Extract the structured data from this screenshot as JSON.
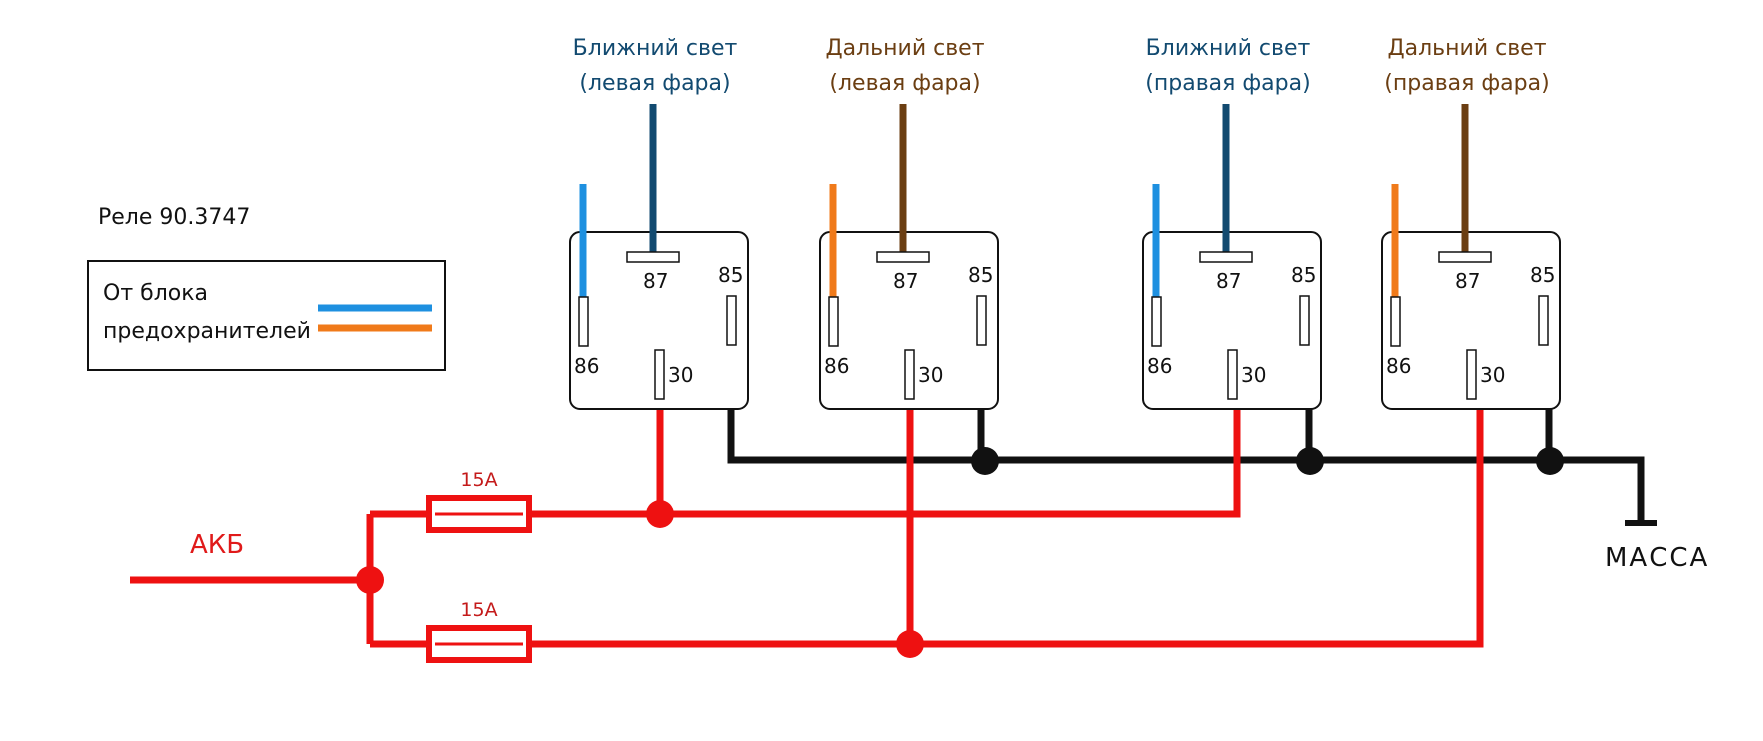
{
  "title": "Реле 90.3747",
  "legend": {
    "line1": "От блока",
    "line2": "предохранителей",
    "colors": {
      "blue": "#1e90e0",
      "orange": "#f07a1a"
    }
  },
  "relays": [
    {
      "caption1": "Ближний свет",
      "caption2": "(левая фара)",
      "caption_tone": "blue",
      "wire87": "#124a70",
      "wire86": "#1e90e0"
    },
    {
      "caption1": "Дальний свет",
      "caption2": "(левая фара)",
      "caption_tone": "brown",
      "wire87": "#6b3e12",
      "wire86": "#f07a1a"
    },
    {
      "caption1": "Ближний свет",
      "caption2": "(правая фара)",
      "caption_tone": "blue",
      "wire87": "#124a70",
      "wire86": "#1e90e0"
    },
    {
      "caption1": "Дальний свет",
      "caption2": "(правая фара)",
      "caption_tone": "brown",
      "wire87": "#6b3e12",
      "wire86": "#f07a1a"
    }
  ],
  "pins": {
    "p87": "87",
    "p85": "85",
    "p86": "86",
    "p30": "30"
  },
  "fuses": [
    {
      "label": "15A"
    },
    {
      "label": "15A"
    }
  ],
  "battery": "АКБ",
  "ground": "МАССА",
  "colors": {
    "power": "#ee1111",
    "ground": "#111111"
  }
}
